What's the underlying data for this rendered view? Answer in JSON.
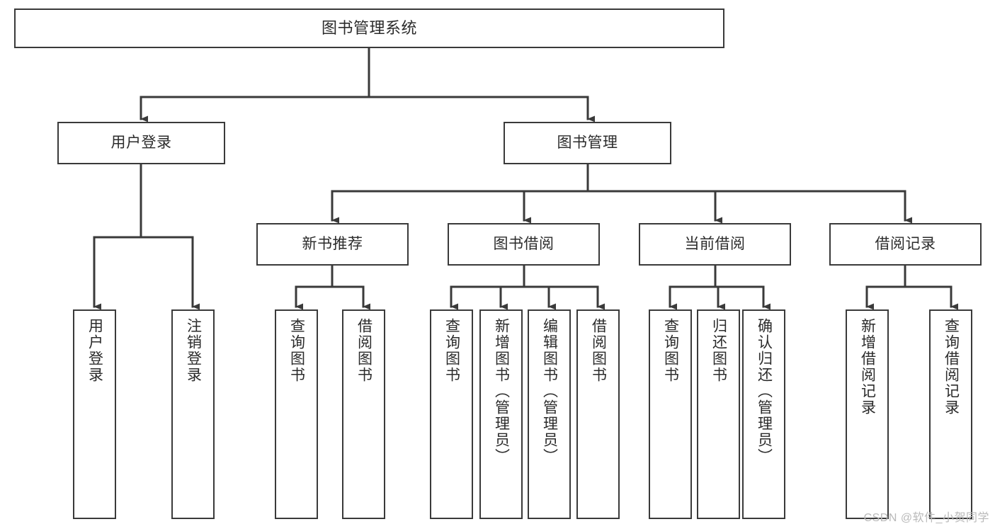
{
  "diagram": {
    "type": "tree",
    "title": "图书管理系统",
    "watermark": "CSDN @软件_小贺同学",
    "colors": {
      "box_border": "#3a3a3a",
      "box_fill": "#ffffff",
      "connector": "#3a3a3a",
      "text": "#2b2b2b",
      "watermark": "#b9b9b9",
      "background": "#ffffff"
    },
    "root": {
      "id": "root",
      "label": "图书管理系统"
    },
    "level2": [
      {
        "id": "user-login",
        "label": "用户登录"
      },
      {
        "id": "book-manage",
        "label": "图书管理"
      }
    ],
    "level3": [
      {
        "id": "new-book-recommend",
        "label": "新书推荐"
      },
      {
        "id": "book-borrow",
        "label": "图书借阅"
      },
      {
        "id": "current-borrow",
        "label": "当前借阅"
      },
      {
        "id": "borrow-record",
        "label": "借阅记录"
      }
    ],
    "leaves": [
      {
        "id": "leaf-user-login",
        "parent": "user-login",
        "label": "用户登录"
      },
      {
        "id": "leaf-logout-login",
        "parent": "user-login",
        "label": "注销登录"
      },
      {
        "id": "leaf-query-book-rec",
        "parent": "new-book-recommend",
        "label": "查询图书"
      },
      {
        "id": "leaf-borrow-book-rec",
        "parent": "new-book-recommend",
        "label": "借阅图书"
      },
      {
        "id": "leaf-query-book-borrow",
        "parent": "book-borrow",
        "label": "查询图书"
      },
      {
        "id": "leaf-add-book-admin",
        "parent": "book-borrow",
        "label": "新增图书（管理员）"
      },
      {
        "id": "leaf-edit-book-admin",
        "parent": "book-borrow",
        "label": "编辑图书（管理员）"
      },
      {
        "id": "leaf-borrow-book",
        "parent": "book-borrow",
        "label": "借阅图书"
      },
      {
        "id": "leaf-query-book-current",
        "parent": "current-borrow",
        "label": "查询图书"
      },
      {
        "id": "leaf-return-book",
        "parent": "current-borrow",
        "label": "归还图书"
      },
      {
        "id": "leaf-confirm-return-admin",
        "parent": "current-borrow",
        "label": "确认归还（管理员）"
      },
      {
        "id": "leaf-add-borrow-record",
        "parent": "borrow-record",
        "label": "新增借阅记录"
      },
      {
        "id": "leaf-query-borrow-record",
        "parent": "borrow-record",
        "label": "查询借阅记录"
      }
    ]
  }
}
